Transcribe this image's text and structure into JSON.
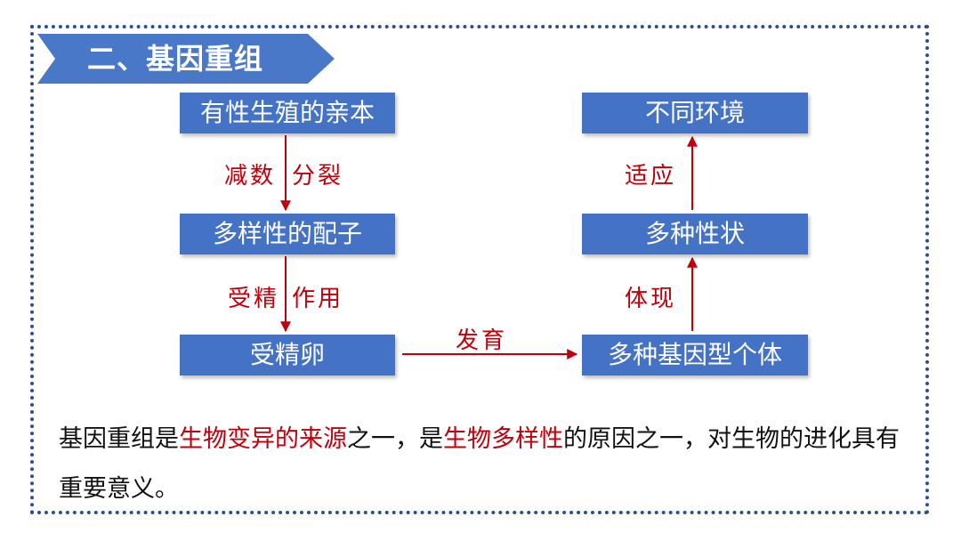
{
  "header": {
    "title": "二、基因重组"
  },
  "diagram": {
    "nodes": {
      "parent": "有性生殖的亲本",
      "gametes": "多样性的配子",
      "zygote": "受精卵",
      "genotype_individual": "多种基因型个体",
      "traits": "多种性状",
      "environment": "不同环境"
    },
    "edge_labels": {
      "meiosis_left": "减数",
      "meiosis_right": "分裂",
      "fertilization_left": "受精",
      "fertilization_right": "作用",
      "development": "发育",
      "manifest": "体现",
      "adapt": "适应"
    }
  },
  "description": {
    "p1": "基因重组是",
    "h1": "生物变异的来源",
    "p2": "之一，是",
    "h2": "生物多样性",
    "p3": "的原因之一，对生物的进化具有重要意义。"
  },
  "colors": {
    "node_fill": "#4472c4",
    "banner_fill": "#4a78c8",
    "arrow_and_label": "#c0000b",
    "frame_border": "#2e4f8f"
  }
}
